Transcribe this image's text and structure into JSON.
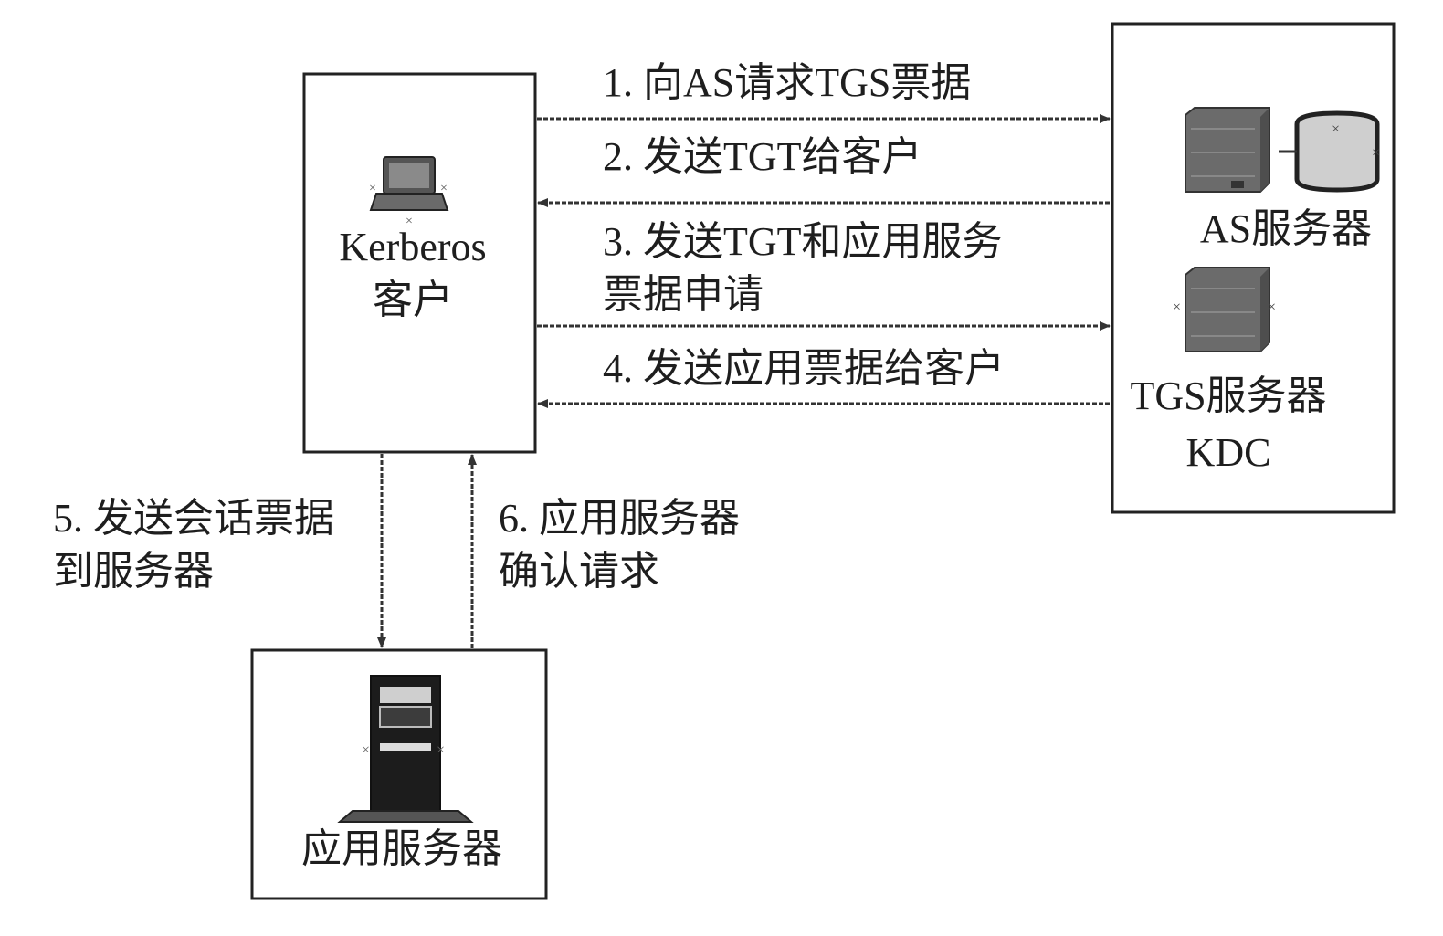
{
  "client": {
    "line1": "Kerberos",
    "line2": "客户",
    "icon": "laptop-icon"
  },
  "kdc": {
    "as_label": "AS服务器",
    "tgs_label": "TGS服务器",
    "kdc_label": "KDC",
    "as_icon": "server-icon",
    "db_icon": "database-icon",
    "tgs_icon": "server-icon"
  },
  "app_server": {
    "label": "应用服务器",
    "icon": "tower-server-icon"
  },
  "steps": {
    "s1": "1. 向AS请求TGS票据",
    "s2": "2. 发送TGT给客户",
    "s3_line1": "3. 发送TGT和应用服务",
    "s3_line2": "票据申请",
    "s4": "4. 发送应用票据给客户",
    "s5_line1": "5. 发送会话票据",
    "s5_line2": "到服务器",
    "s6_line1": "6. 应用服务器",
    "s6_line2": "确认请求"
  }
}
